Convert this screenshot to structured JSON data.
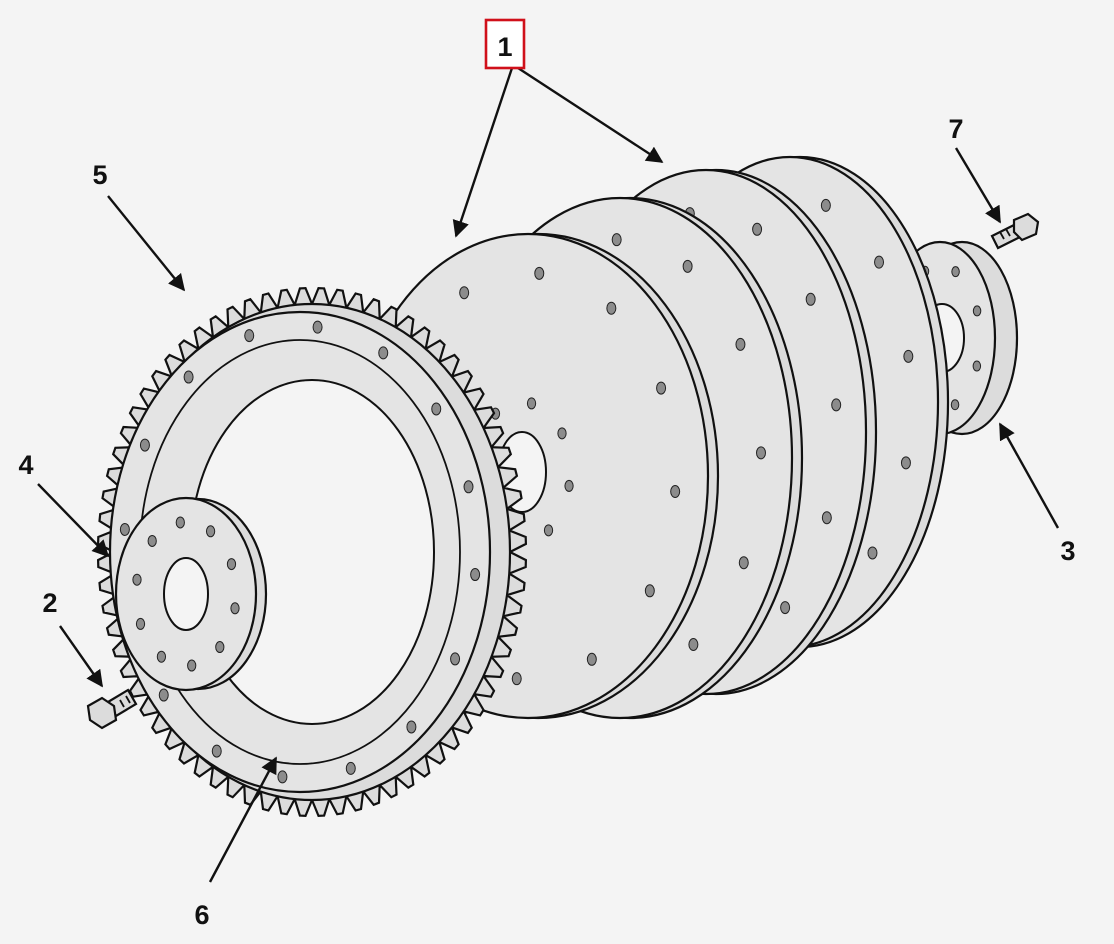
{
  "callouts": [
    {
      "id": "1",
      "label": "1",
      "highlighted": true
    },
    {
      "id": "2",
      "label": "2",
      "highlighted": false
    },
    {
      "id": "3",
      "label": "3",
      "highlighted": false
    },
    {
      "id": "4",
      "label": "4",
      "highlighted": false
    },
    {
      "id": "5",
      "label": "5",
      "highlighted": false
    },
    {
      "id": "6",
      "label": "6",
      "highlighted": false
    },
    {
      "id": "7",
      "label": "7",
      "highlighted": false
    }
  ],
  "colors": {
    "background": "#f4f4f4",
    "part_fill": "#dcdcdc",
    "outline": "#111111",
    "highlight_box": "#d0101a"
  }
}
